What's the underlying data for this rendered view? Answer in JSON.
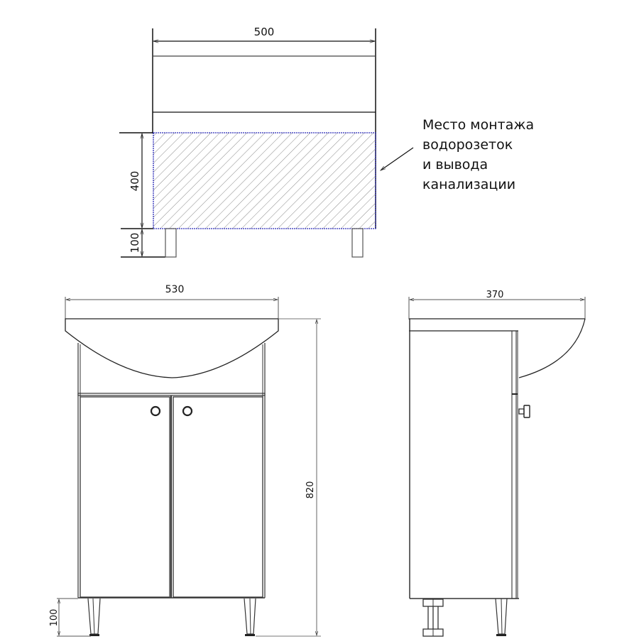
{
  "top_view": {
    "width_dim": "500",
    "zone_height_dim": "400",
    "leg_height_dim": "100",
    "hatch_color": "#888888",
    "zone_border_color": "#2a2ab8"
  },
  "note": {
    "lines": [
      "Место монтажа",
      "водорозеток",
      "и вывода",
      "канализации"
    ]
  },
  "front_view": {
    "width_dim": "530",
    "height_dim": "820",
    "leg_height_dim": "100"
  },
  "side_view": {
    "depth_dim": "370"
  }
}
